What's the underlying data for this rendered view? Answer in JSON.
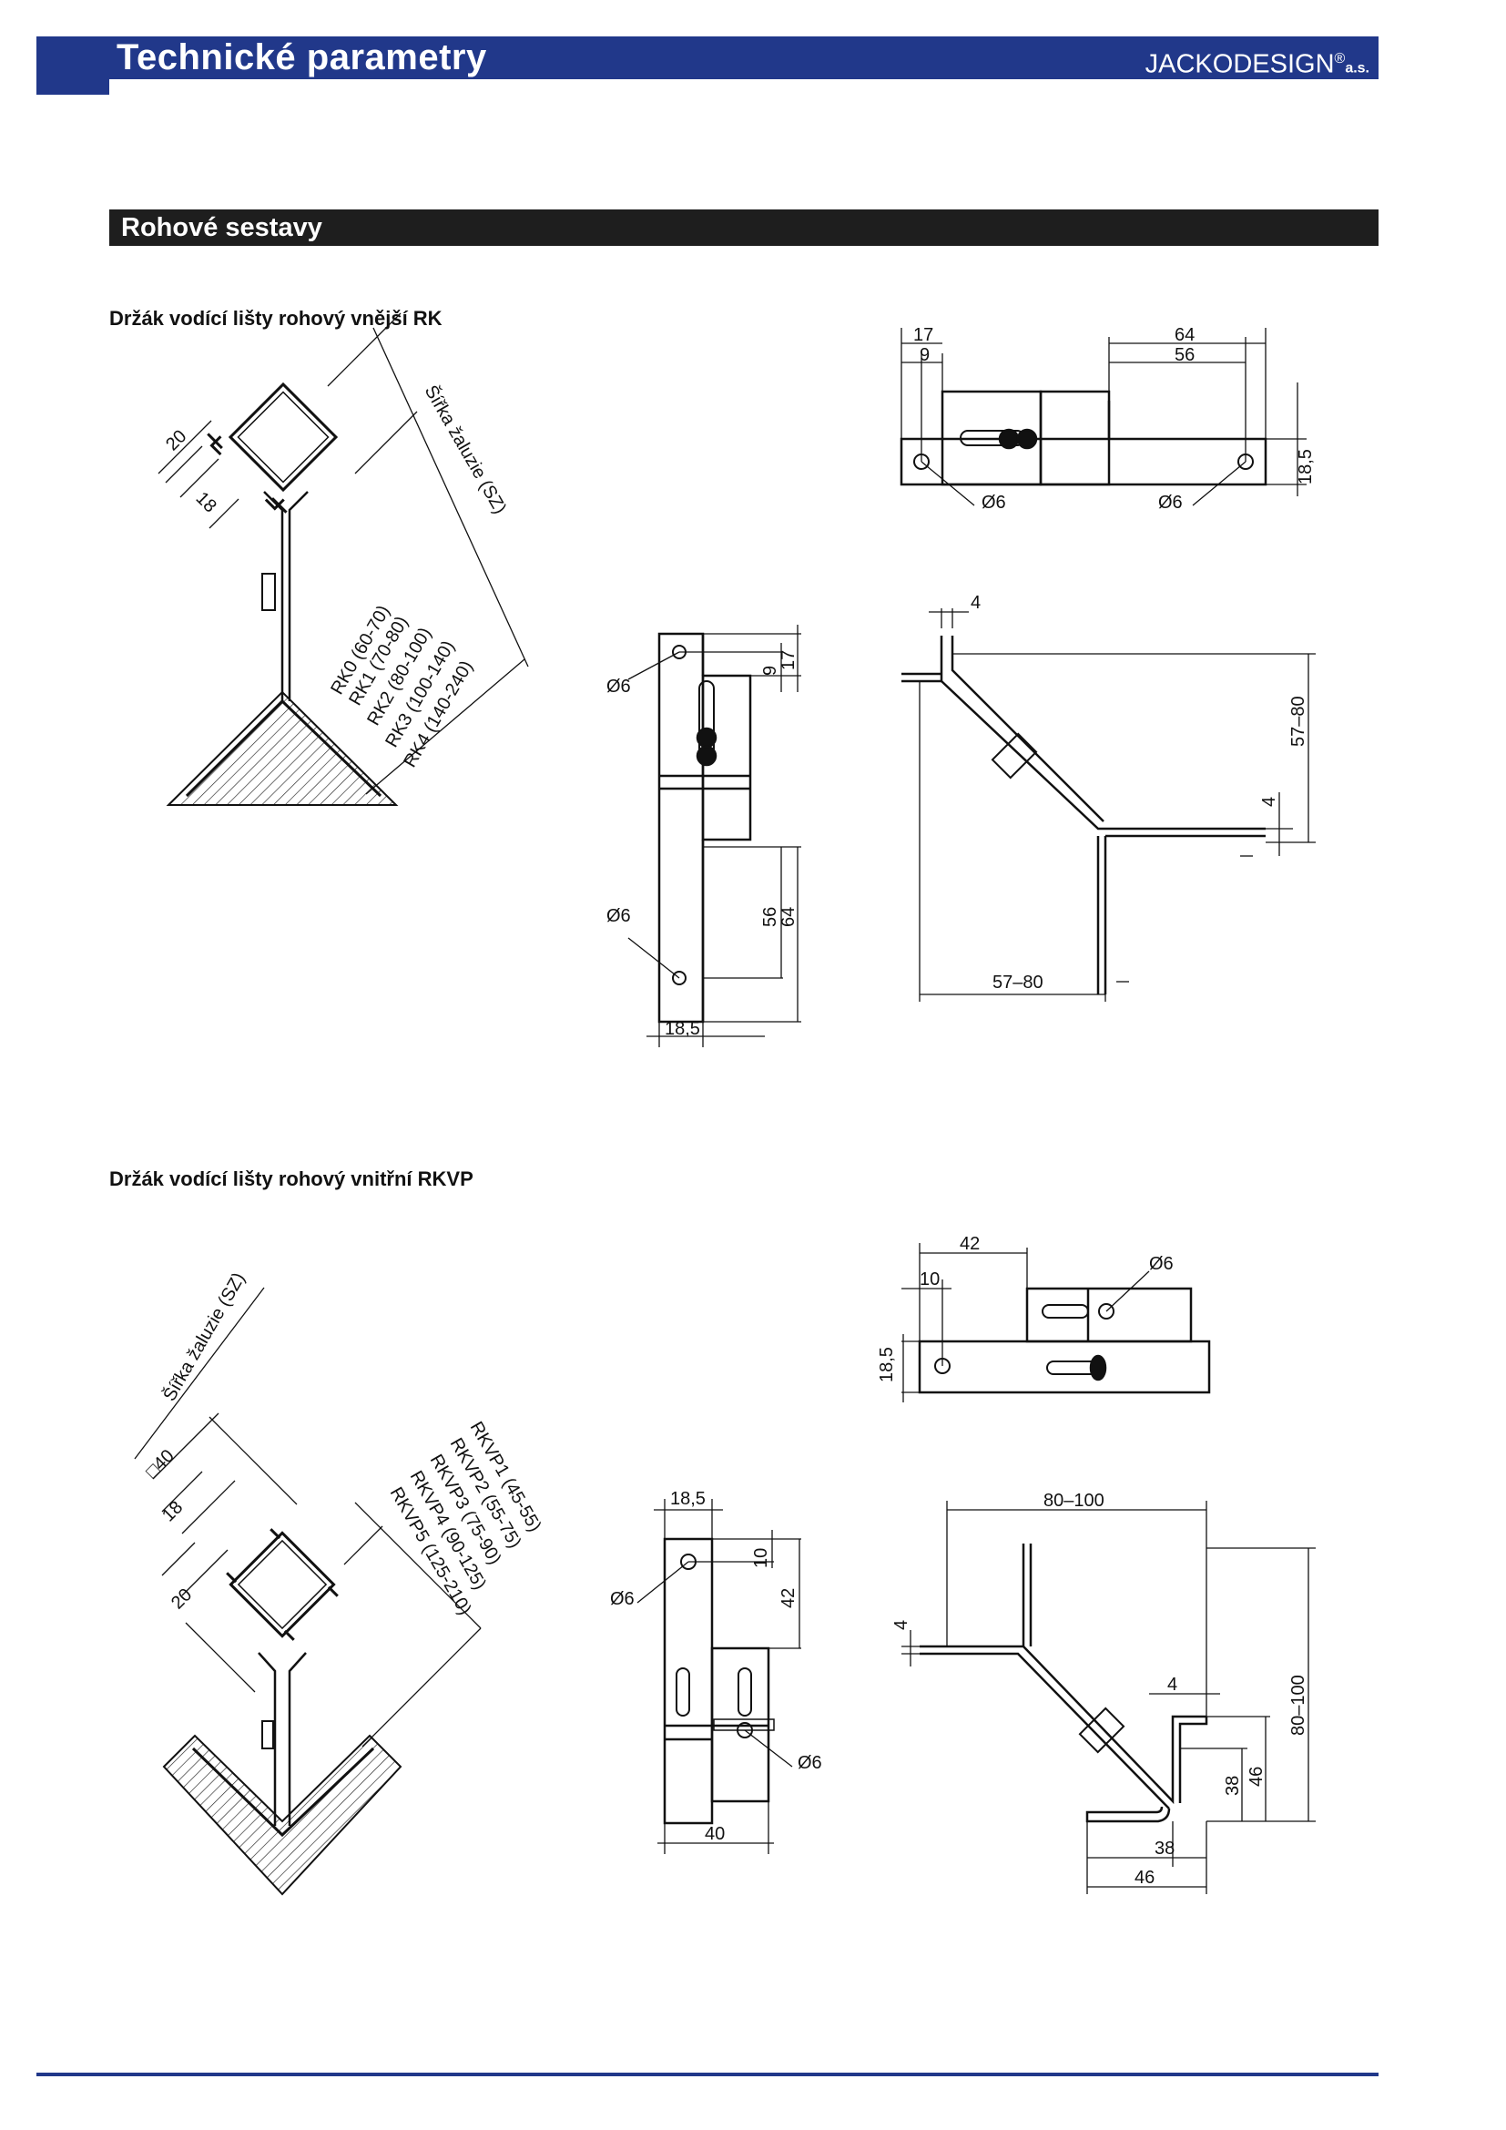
{
  "header": {
    "title": "Technické parametry",
    "brand": "JACKODESIGN",
    "brand_reg": "®",
    "brand_suffix": "a.s.",
    "color": "#21388a"
  },
  "section": {
    "title": "Rohové sestavy"
  },
  "rk": {
    "title": "Držák vodící lišty rohový vnější RK",
    "plan": {
      "width_label": "Šířka žaluzie (SZ)",
      "dim_20": "20",
      "dim_18": "18",
      "variants": [
        "RK0 (60-70)",
        "RK1 (70-80)",
        "RK2 (80-100)",
        "RK3 (100-140)",
        "RK4 (140-240)"
      ]
    },
    "top_view": {
      "d17": "17",
      "d9": "9",
      "d64": "64",
      "d56": "56",
      "d185": "18,5",
      "hole_left": "Ø6",
      "hole_right": "Ø6"
    },
    "side_view": {
      "hole_top": "Ø6",
      "hole_bottom": "Ø6",
      "d9": "9",
      "d17": "17",
      "d56": "56",
      "d64": "64",
      "d185": "18,5"
    },
    "bent_view": {
      "d4_top": "4",
      "d5780_v": "57–80",
      "d4_side": "4",
      "d5780_h": "57–80"
    }
  },
  "rkvp": {
    "title": "Držák vodící lišty rohový vnitřní RKVP",
    "plan": {
      "width_label": "Šířka žaluzie (SZ)",
      "dim_40": "□40",
      "dim_18": "18",
      "dim_20": "20",
      "variants": [
        "RKVP1 (45-55)",
        "RKVP2 (55-75)",
        "RKVP3 (75-90)",
        "RKVP4 (90-125)",
        "RKVP5 (125-210)"
      ]
    },
    "top_view": {
      "d42": "42",
      "d10": "10",
      "hole": "Ø6",
      "d185": "18,5"
    },
    "side_view": {
      "d185": "18,5",
      "d10": "10",
      "d42": "42",
      "hole_top": "Ø6",
      "hole_bottom": "Ø6",
      "d40": "40"
    },
    "bent_view": {
      "d80100_h": "80–100",
      "d4_left": "4",
      "d4_right": "4",
      "d80100_v": "80–100",
      "d38_v": "38",
      "d46_v": "46",
      "d38_h": "38",
      "d46_h": "46"
    }
  }
}
